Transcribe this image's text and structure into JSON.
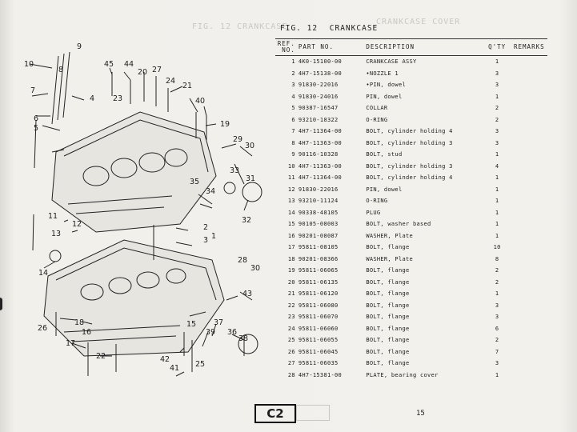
{
  "figure": {
    "number": "FIG. 12",
    "title": "CRANKCASE"
  },
  "table": {
    "headers": {
      "ref_line1": "REF.",
      "ref_line2": "NO.",
      "part_no": "PART NO.",
      "description": "DESCRIPTION",
      "qty": "Q'TY",
      "remarks": "REMARKS"
    },
    "rows": [
      {
        "ref": "1",
        "part_no": "4K0-15100-00",
        "description": "CRANKCASE ASSY",
        "qty": "1",
        "remarks": ""
      },
      {
        "ref": "2",
        "part_no": "4H7-15138-00",
        "description": "•NOZZLE 1",
        "qty": "3",
        "remarks": ""
      },
      {
        "ref": "3",
        "part_no": "91830-22016",
        "description": "•PIN, dowel",
        "qty": "3",
        "remarks": ""
      },
      {
        "ref": "4",
        "part_no": "91830-24016",
        "description": "PIN, dowel",
        "qty": "1",
        "remarks": ""
      },
      {
        "ref": "5",
        "part_no": "90387-16547",
        "description": "COLLAR",
        "qty": "2",
        "remarks": ""
      },
      {
        "ref": "6",
        "part_no": "93210-18322",
        "description": "O-RING",
        "qty": "2",
        "remarks": ""
      },
      {
        "ref": "7",
        "part_no": "4H7-11364-00",
        "description": "BOLT, cylinder holding 4",
        "qty": "3",
        "remarks": ""
      },
      {
        "ref": "8",
        "part_no": "4H7-11363-00",
        "description": "BOLT, cylinder holding 3",
        "qty": "3",
        "remarks": ""
      },
      {
        "ref": "9",
        "part_no": "90116-10328",
        "description": "BOLT, stud",
        "qty": "1",
        "remarks": ""
      },
      {
        "ref": "10",
        "part_no": "4H7-11363-00",
        "description": "BOLT, cylinder holding 3",
        "qty": "4",
        "remarks": ""
      },
      {
        "ref": "11",
        "part_no": "4H7-11364-00",
        "description": "BOLT, cylinder holding 4",
        "qty": "1",
        "remarks": ""
      },
      {
        "ref": "12",
        "part_no": "91830-22016",
        "description": "PIN, dowel",
        "qty": "1",
        "remarks": ""
      },
      {
        "ref": "13",
        "part_no": "93210-11124",
        "description": "O-RING",
        "qty": "1",
        "remarks": ""
      },
      {
        "ref": "14",
        "part_no": "90338-48105",
        "description": "PLUG",
        "qty": "1",
        "remarks": ""
      },
      {
        "ref": "15",
        "part_no": "90105-08003",
        "description": "BOLT, washer based",
        "qty": "1",
        "remarks": ""
      },
      {
        "ref": "16",
        "part_no": "90201-08087",
        "description": "WASHER, Plate",
        "qty": "1",
        "remarks": ""
      },
      {
        "ref": "17",
        "part_no": "95811-08105",
        "description": "BOLT, flange",
        "qty": "10",
        "remarks": ""
      },
      {
        "ref": "18",
        "part_no": "90201-08366",
        "description": "WASHER, Plate",
        "qty": "8",
        "remarks": ""
      },
      {
        "ref": "19",
        "part_no": "95811-06065",
        "description": "BOLT, flange",
        "qty": "2",
        "remarks": ""
      },
      {
        "ref": "20",
        "part_no": "95811-06135",
        "description": "BOLT, flange",
        "qty": "2",
        "remarks": ""
      },
      {
        "ref": "21",
        "part_no": "95811-06120",
        "description": "BOLT, flange",
        "qty": "1",
        "remarks": ""
      },
      {
        "ref": "22",
        "part_no": "95811-06080",
        "description": "BOLT, flange",
        "qty": "3",
        "remarks": ""
      },
      {
        "ref": "23",
        "part_no": "95811-06070",
        "description": "BOLT, flange",
        "qty": "3",
        "remarks": ""
      },
      {
        "ref": "24",
        "part_no": "95811-06060",
        "description": "BOLT, flange",
        "qty": "6",
        "remarks": ""
      },
      {
        "ref": "25",
        "part_no": "95811-06055",
        "description": "BOLT, flange",
        "qty": "2",
        "remarks": ""
      },
      {
        "ref": "26",
        "part_no": "95811-06045",
        "description": "BOLT, flange",
        "qty": "7",
        "remarks": ""
      },
      {
        "ref": "27",
        "part_no": "95811-06035",
        "description": "BOLT, flange",
        "qty": "3",
        "remarks": ""
      },
      {
        "ref": "28",
        "part_no": "4H7-15381-00",
        "description": "PLATE, bearing cover",
        "qty": "1",
        "remarks": ""
      }
    ]
  },
  "callouts": [
    "10",
    "9",
    "8",
    "7",
    "6",
    "5",
    "4",
    "45",
    "44",
    "20",
    "27",
    "24",
    "21",
    "23",
    "40",
    "19",
    "29",
    "30",
    "33",
    "31",
    "35",
    "34",
    "2",
    "1",
    "3",
    "32",
    "11",
    "12",
    "13",
    "14",
    "28",
    "30",
    "43",
    "18",
    "26",
    "16",
    "15",
    "17",
    "22",
    "42",
    "41",
    "25",
    "37",
    "39",
    "36",
    "38"
  ],
  "footer": {
    "section_code": "C2",
    "page_number": "15"
  }
}
